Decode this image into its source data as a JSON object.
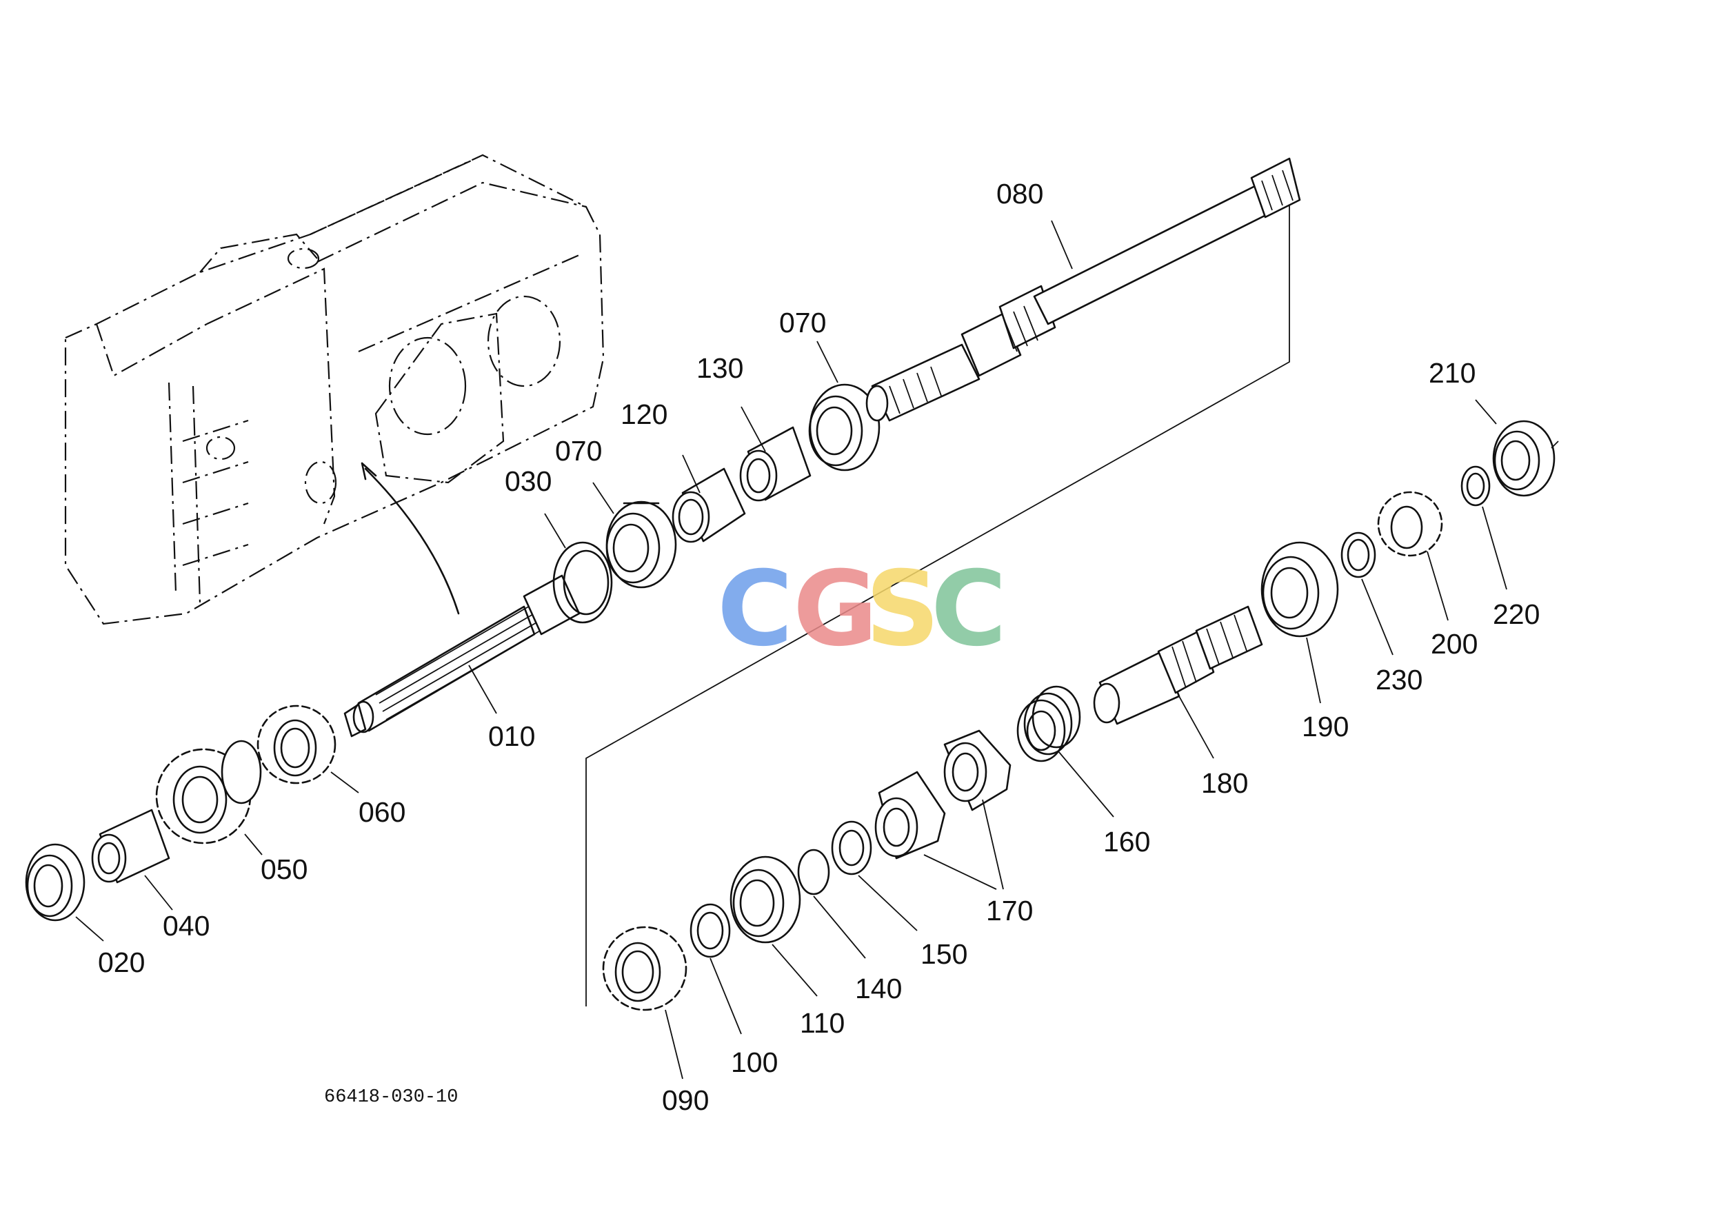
{
  "diagram": {
    "drawing_number": "66418-030-10",
    "watermark": {
      "letters": [
        {
          "char": "C",
          "color": "#6d9eeb"
        },
        {
          "char": "G",
          "color": "#ea8a8a"
        },
        {
          "char": "S",
          "color": "#f6d86a"
        },
        {
          "char": "C",
          "color": "#7fc49a"
        }
      ]
    },
    "parts": [
      {
        "id": "010",
        "label": "010"
      },
      {
        "id": "020",
        "label": "020"
      },
      {
        "id": "030",
        "label": "030"
      },
      {
        "id": "040",
        "label": "040"
      },
      {
        "id": "050",
        "label": "050"
      },
      {
        "id": "060",
        "label": "060"
      },
      {
        "id": "070a",
        "label": "070"
      },
      {
        "id": "070b",
        "label": "070"
      },
      {
        "id": "080",
        "label": "080"
      },
      {
        "id": "090",
        "label": "090"
      },
      {
        "id": "100",
        "label": "100"
      },
      {
        "id": "110",
        "label": "110"
      },
      {
        "id": "120",
        "label": "120"
      },
      {
        "id": "130",
        "label": "130"
      },
      {
        "id": "140",
        "label": "140"
      },
      {
        "id": "150",
        "label": "150"
      },
      {
        "id": "160",
        "label": "160"
      },
      {
        "id": "170",
        "label": "170"
      },
      {
        "id": "180",
        "label": "180"
      },
      {
        "id": "190",
        "label": "190"
      },
      {
        "id": "200",
        "label": "200"
      },
      {
        "id": "210",
        "label": "210"
      },
      {
        "id": "220",
        "label": "220"
      },
      {
        "id": "230",
        "label": "230"
      }
    ]
  }
}
